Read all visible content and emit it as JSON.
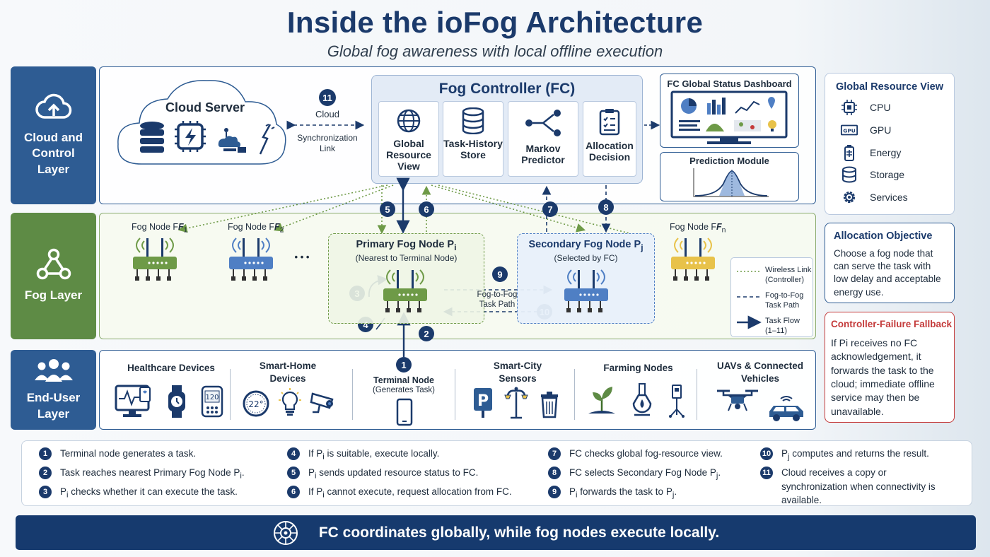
{
  "title": "Inside the ioFog Architecture",
  "subtitle": "Global fog awareness with local offline execution",
  "layers": {
    "cloud": "Cloud and Control Layer",
    "fog": "Fog Layer",
    "user": "End-User Layer"
  },
  "cloud": {
    "server": "Cloud Server",
    "sync_step": "11",
    "sync_label_1": "Cloud",
    "sync_label_2": "Synchronization",
    "sync_label_3": "Link"
  },
  "fc": {
    "title": "Fog Controller (FC)",
    "modules": [
      "Global Resource View",
      "Task-History Store",
      "Markov Predictor",
      "Allocation Decision"
    ],
    "dashboard_title": "FC Global Status Dashboard",
    "prediction_title": "Prediction Module"
  },
  "fog": {
    "node_f1": "Fog Node F",
    "node_f1_sub": "1",
    "node_f2": "Fog Node F",
    "node_f2_sub": "2",
    "node_fn": "Fog Node F",
    "node_fn_sub": "n",
    "ellipsis": "• • •",
    "primary_title": "Primary Fog Node P",
    "primary_sub": "i",
    "primary_note": "(Nearest to Terminal Node)",
    "secondary_title": "Secondary Fog Node P",
    "secondary_sub": "j",
    "secondary_note": "(Selected by FC)",
    "f2f_label_1": "Fog-to-Fog",
    "f2f_label_2": "Task Path"
  },
  "legend": {
    "wireless": "Wireless Link (Controller)",
    "f2f": "Fog-to-Fog Task Path",
    "task": "Task Flow (1–11)"
  },
  "step_badges": [
    "1",
    "2",
    "3",
    "4",
    "5",
    "6",
    "7",
    "8",
    "9",
    "10",
    "11"
  ],
  "resource_view": {
    "title": "Global Resource View",
    "items": [
      "CPU",
      "GPU",
      "Energy",
      "Storage",
      "Services"
    ]
  },
  "allocation": {
    "title": "Allocation Objective",
    "text": "Choose a fog node that can serve the task with low delay and acceptable energy use."
  },
  "fallback": {
    "title": "Controller-Failure Fallback",
    "text": "If Pi receives no FC acknowledgement, it forwards the task to the cloud; immediate offline service may then be unavailable."
  },
  "end_user": {
    "healthcare": "Healthcare Devices",
    "smarthome": "Smart-Home Devices",
    "terminal_title": "Terminal Node",
    "terminal_note": "(Generates Task)",
    "smartcity": "Smart-City Sensors",
    "farming": "Farming Nodes",
    "uav": "UAVs & Connected Vehicles",
    "thermo": "22°",
    "bp": "120"
  },
  "steps": [
    {
      "n": "1",
      "pre": "Terminal node generates a task.",
      "sub": "",
      "post": ""
    },
    {
      "n": "2",
      "pre": "Task reaches nearest Primary Fog Node P",
      "sub": "i",
      "post": "."
    },
    {
      "n": "3",
      "pre": "P",
      "sub": "i",
      "post": " checks whether it can execute the task."
    },
    {
      "n": "4",
      "pre": "If P",
      "sub": "i",
      "post": " is suitable, execute locally."
    },
    {
      "n": "5",
      "pre": "P",
      "sub": "i",
      "post": " sends updated resource status to FC."
    },
    {
      "n": "6",
      "pre": "If P",
      "sub": "i",
      "post": " cannot execute, request allocation from FC."
    },
    {
      "n": "7",
      "pre": "FC checks global fog-resource view.",
      "sub": "",
      "post": ""
    },
    {
      "n": "8",
      "pre": "FC selects Secondary Fog Node P",
      "sub": "j",
      "post": "."
    },
    {
      "n": "9",
      "pre": "P",
      "sub": "i",
      "post": " forwards the task to P",
      "sub2": "j",
      "post2": "."
    },
    {
      "n": "10",
      "pre": "P",
      "sub": "j",
      "post": " computes and returns the result."
    },
    {
      "n": "11",
      "pre": "Cloud receives a copy or synchronization when connectivity is available.",
      "sub": "",
      "post": ""
    }
  ],
  "footer": "FC coordinates globally, while fog nodes execute locally.",
  "colors": {
    "navy": "#1b3a6b",
    "blue_tab": "#2e5c93",
    "green_tab": "#5e8b45",
    "fallback_red": "#c43a3a",
    "router_green": "#6e9a47",
    "router_blue": "#4f7fc4",
    "router_yellow": "#e8c24a"
  }
}
